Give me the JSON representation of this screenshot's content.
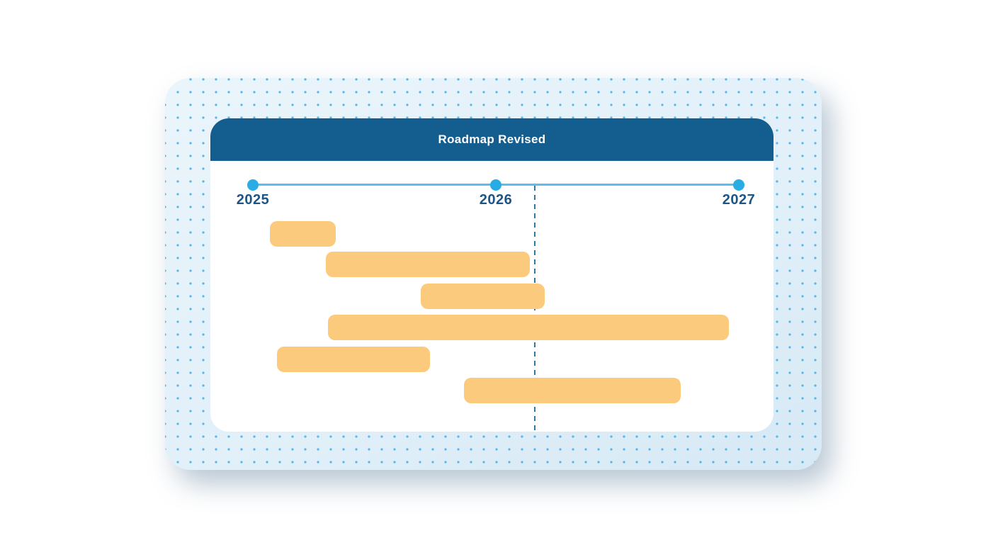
{
  "card": {
    "header": {
      "title": "Roadmap Revised"
    }
  },
  "chart_data": {
    "type": "bar",
    "variant": "gantt-roadmap",
    "title": "Roadmap Revised",
    "x_axis": {
      "ticks": [
        "2025",
        "2026",
        "2027"
      ],
      "range": [
        2025,
        2027
      ]
    },
    "grid": false,
    "legend": false,
    "bars": [
      {
        "row": 1,
        "start": 2025.07,
        "end": 2025.34
      },
      {
        "row": 2,
        "start": 2025.3,
        "end": 2026.14
      },
      {
        "row": 3,
        "start": 2025.69,
        "end": 2026.2
      },
      {
        "row": 4,
        "start": 2025.31,
        "end": 2026.96
      },
      {
        "row": 5,
        "start": 2025.1,
        "end": 2025.73
      },
      {
        "row": 6,
        "start": 2025.87,
        "end": 2026.76
      }
    ],
    "today_marker": 2026.16
  },
  "colors": {
    "header_bg": "#135e8e",
    "header_text": "#ffffff",
    "bar_fill": "#fbca7d",
    "timeline_line": "#58bfee",
    "timeline_dot": "#29ace4",
    "year_label_text": "#1d5585",
    "today_marker_line": "#2e79a6",
    "outer_card_bg": "#e2f0f9",
    "outer_card_dots": "#3eade8",
    "inner_card_bg": "#ffffff"
  }
}
